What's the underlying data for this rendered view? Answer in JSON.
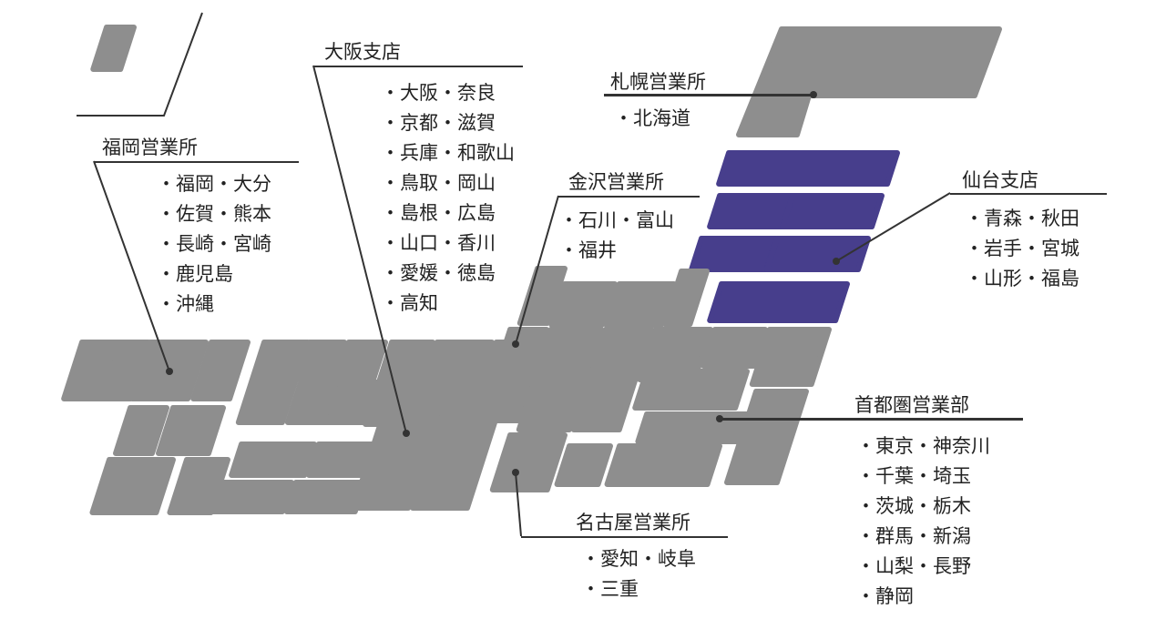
{
  "colors": {
    "land": "#8e8e8e",
    "highlight": "#473e8c",
    "line": "#333333",
    "text": "#222222"
  },
  "highlight_region": "仙台支店",
  "offices": {
    "fukuoka": {
      "title": "福岡営業所",
      "areas": [
        "福岡・大分",
        "佐賀・熊本",
        "長崎・宮崎",
        "鹿児島",
        "沖縄"
      ]
    },
    "osaka": {
      "title": "大阪支店",
      "areas": [
        "大阪・奈良",
        "京都・滋賀",
        "兵庫・和歌山",
        "鳥取・岡山",
        "島根・広島",
        "山口・香川",
        "愛媛・徳島",
        "高知"
      ]
    },
    "sapporo": {
      "title": "札幌営業所",
      "areas": [
        "北海道"
      ]
    },
    "kanazawa": {
      "title": "金沢営業所",
      "areas": [
        "石川・富山",
        "福井"
      ]
    },
    "sendai": {
      "title": "仙台支店",
      "areas": [
        "青森・秋田",
        "岩手・宮城",
        "山形・福島"
      ]
    },
    "shutoken": {
      "title": "首都圏営業部",
      "areas": [
        "東京・神奈川",
        "千葉・埼玉",
        "茨城・栃木",
        "群馬・新潟",
        "山梨・長野",
        "静岡"
      ]
    },
    "nagoya": {
      "title": "名古屋営業所",
      "areas": [
        "愛知・岐阜",
        "三重"
      ]
    }
  }
}
